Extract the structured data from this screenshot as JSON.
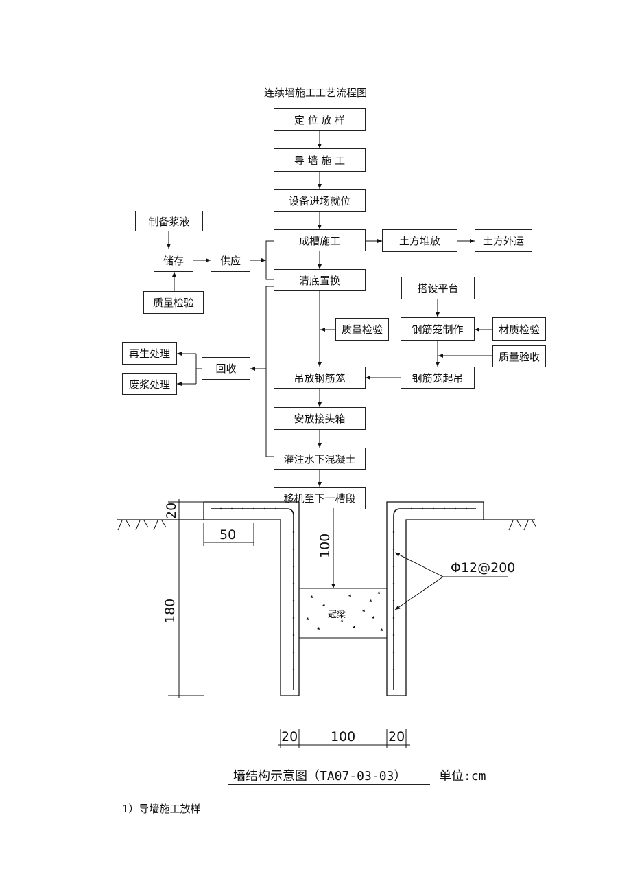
{
  "title": "连续墙施工工艺流程图",
  "flow": {
    "locate": "定 位 放 样",
    "guide_wall": "导 墙 施 工",
    "equipment": "设备进场就位",
    "trench": "成槽施工",
    "clean": "清底置换",
    "lift_cage": "吊放钢筋笼",
    "joint_box": "安放接头箱",
    "pour": "灌注水下混凝土",
    "next": "移机至下一槽段",
    "slurry_make": "制备浆液",
    "storage": "储存",
    "supply": "供应",
    "quality_check_left": "质量检验",
    "earth_pile": "土方堆放",
    "earth_out": "土方外运",
    "quality_check_mid": "质量检验",
    "platform": "搭设平台",
    "cage_make": "钢筋笼制作",
    "material_check": "材质检验",
    "quality_accept": "质量验收",
    "cage_hoist": "钢筋笼起吊",
    "recycle": "回收",
    "regen": "再生处理",
    "waste": "废浆处理"
  },
  "section": {
    "dim_top": "20",
    "dim_50": "50",
    "dim_100_v": "100",
    "dim_180": "180",
    "rebar": "Φ12@200",
    "cap_beam": "冠梁",
    "dim_bottom_left": "20",
    "dim_bottom_mid": "100",
    "dim_bottom_right": "20",
    "caption": "墙结构示意图（TA07-03-03）",
    "unit": "单位:cm"
  },
  "step1": "1）导墙施工放样"
}
